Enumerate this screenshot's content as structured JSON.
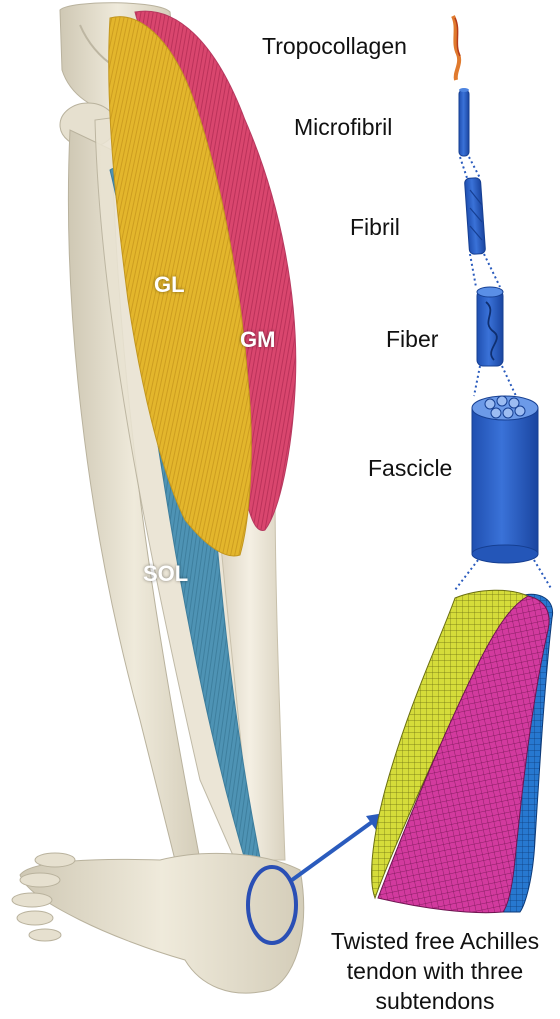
{
  "hierarchy": {
    "tropocollagen": "Tropocollagen",
    "microfibril": "Microfibril",
    "fibril": "Fibril",
    "fiber": "Fiber",
    "fascicle": "Fascicle"
  },
  "muscles": {
    "gl": "GL",
    "gm": "GM",
    "sol": "SOL"
  },
  "caption": {
    "line1": "Twisted free Achilles",
    "line2": "tendon with three",
    "line3": "subtendons"
  },
  "colors": {
    "gl_muscle": "#e3b62c",
    "gm_muscle": "#d9466e",
    "sol_muscle": "#4e93b4",
    "structure_blue": "#2a62c8",
    "subtendon_yellow": "#d5dc3a",
    "subtendon_magenta": "#d23a9e",
    "subtendon_blue": "#2778d0",
    "bone": "#e9e3d2",
    "tendon": "#ece6d8"
  }
}
